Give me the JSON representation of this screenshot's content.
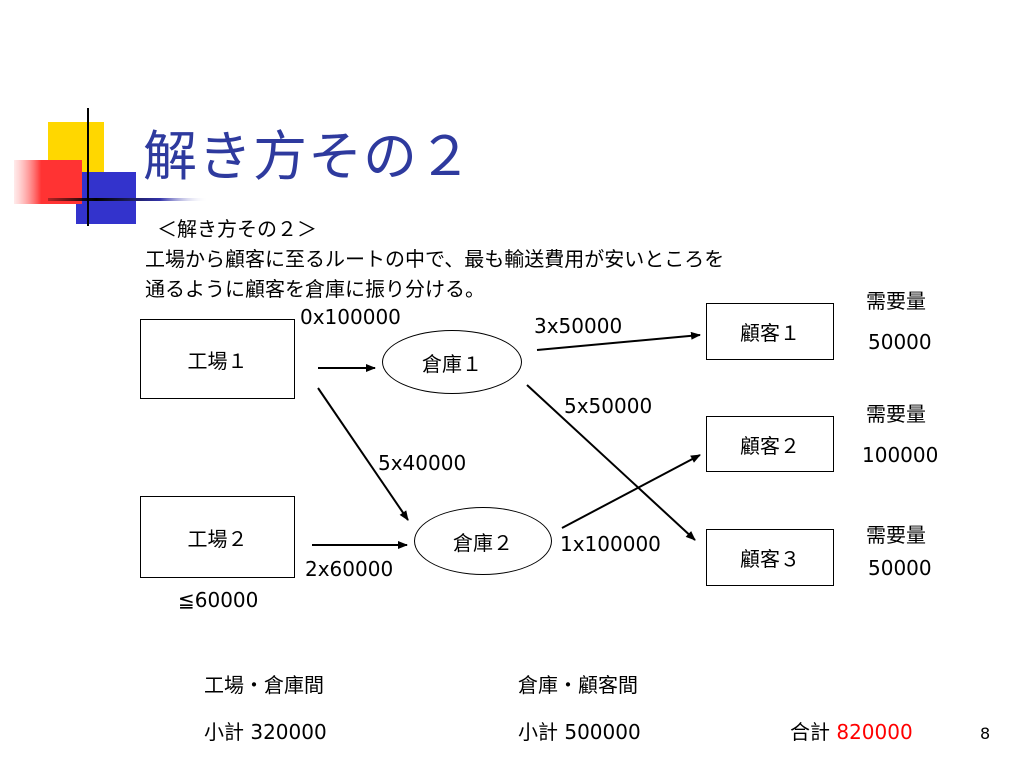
{
  "slide": {
    "title": "解き方その２",
    "subtitle": "＜解き方その２＞",
    "description_line1": "工場から顧客に至るルートの中で、最も輸送費用が安いところを",
    "description_line2": "通るように顧客を倉庫に振り分ける。",
    "page_number": "8"
  },
  "nodes": {
    "factory1": "工場１",
    "factory2": "工場２",
    "warehouse1": "倉庫１",
    "warehouse2": "倉庫２",
    "customer1": "顧客１",
    "customer2": "顧客２",
    "customer3": "顧客３"
  },
  "factory2_capacity": "≦60000",
  "edges": {
    "f1_w1": "0x100000",
    "f1_w2": "5x40000",
    "f2_w2": "2x60000",
    "w1_c1": "3x50000",
    "w1_c3": "5x50000",
    "w2_c2": "1x100000"
  },
  "demand": {
    "label": "需要量",
    "c1": "50000",
    "c2": "100000",
    "c3": "50000"
  },
  "summary": {
    "fw_label": "工場・倉庫間",
    "fw_subtotal": "小計 320000",
    "wc_label": "倉庫・顧客間",
    "wc_subtotal": "小計 500000",
    "total_label": "合計",
    "total_value": "820000"
  },
  "colors": {
    "title": "#2e3a9e",
    "deco_yellow": "#ffd700",
    "deco_blue": "#3333cc",
    "deco_red": "#ff3333",
    "total_value": "#ff0000"
  }
}
